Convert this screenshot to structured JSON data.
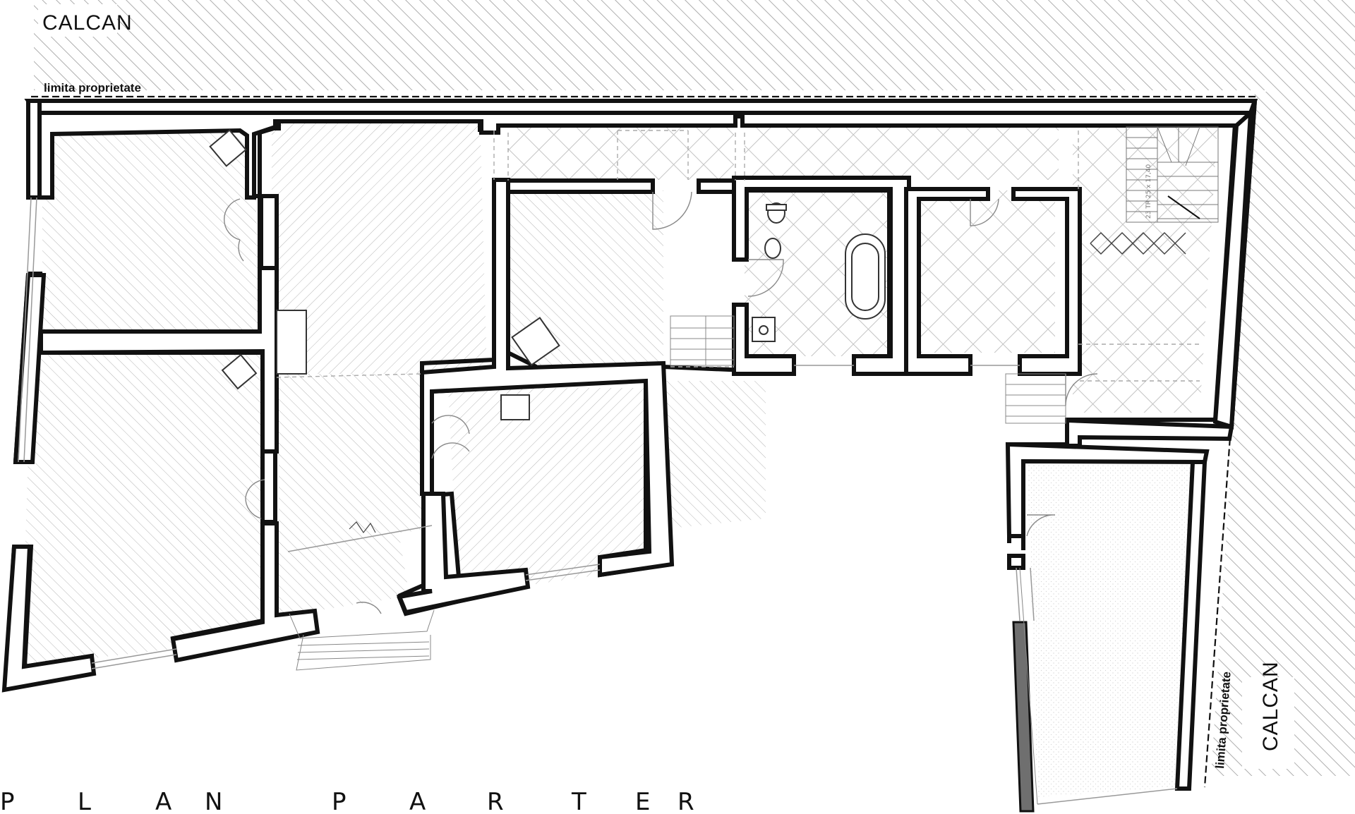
{
  "labels": {
    "calcan_top": "CALCAN",
    "calcan_right": "CALCAN",
    "limita_top": "limita proprietate",
    "limita_right": "limita proprietate",
    "stair_note": "23 TR 25 x 17,40",
    "plan_title": "P L A N          P A R T E R"
  },
  "colors": {
    "wall_stroke": "#111111",
    "hatch": "#9a9a9a",
    "column_fill": "#6f6f6f"
  }
}
